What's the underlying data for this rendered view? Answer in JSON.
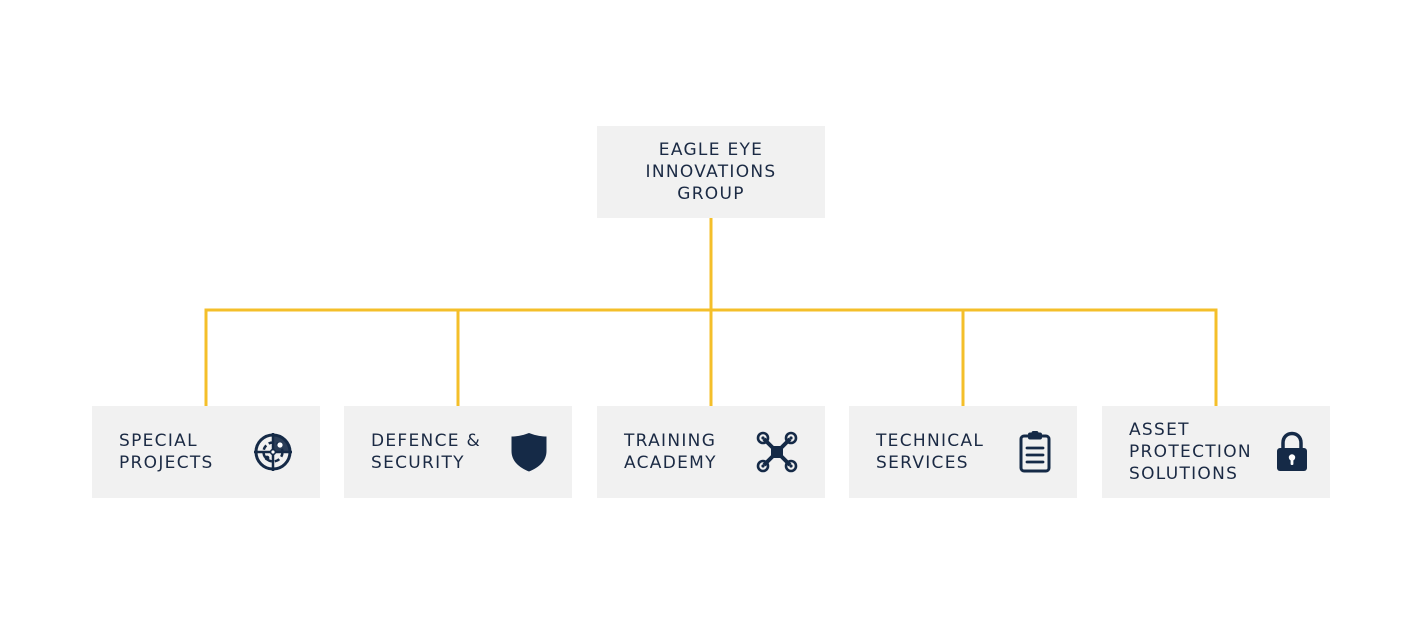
{
  "colors": {
    "connector": "#f4bf2a",
    "box_fill": "#f1f1f1",
    "text": "#1b2a44",
    "icon": "#152a47"
  },
  "root": {
    "label": "EAGLE EYE\nINNOVATIONS\nGROUP"
  },
  "children": [
    {
      "label": "SPECIAL\nPROJECTS",
      "icon": "radar-icon"
    },
    {
      "label": "DEFENCE &\nSECURITY",
      "icon": "shield-icon"
    },
    {
      "label": "TRAINING\nACADEMY",
      "icon": "drone-icon"
    },
    {
      "label": "TECHNICAL\nSERVICES",
      "icon": "clipboard-icon"
    },
    {
      "label": "ASSET\nPROTECTION\nSOLUTIONS",
      "icon": "lock-icon"
    }
  ]
}
